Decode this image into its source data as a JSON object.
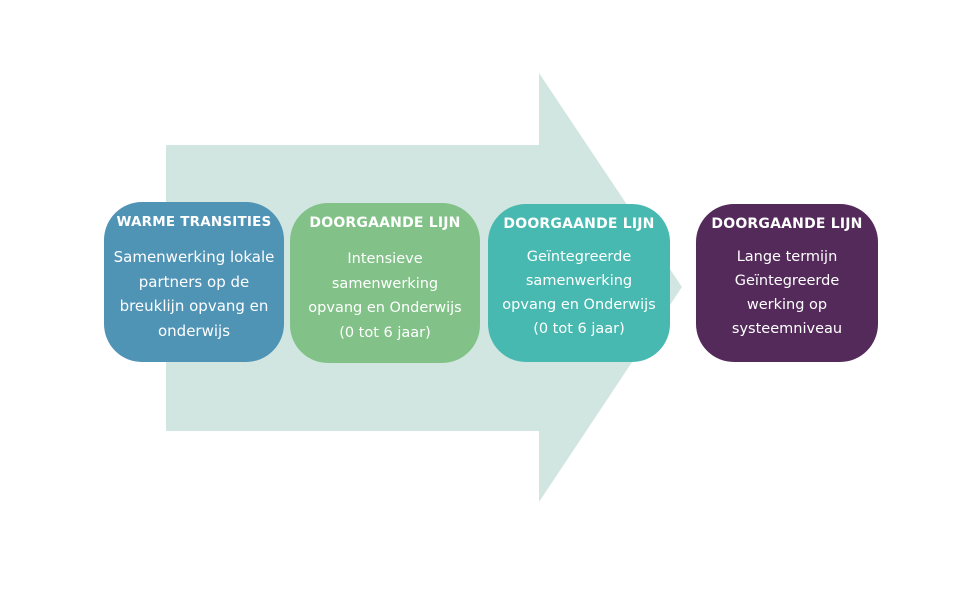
{
  "colors": {
    "arrow": "#d2e6e1",
    "box1": "#4f93b5",
    "box2": "#82c288",
    "box3": "#48b9b0",
    "box4": "#542a5a"
  },
  "steps": [
    {
      "title": "WARME TRANSITIES",
      "lines": [
        "Samenwerking lokale",
        "partners op de",
        "breuklijn opvang en",
        "onderwijs"
      ]
    },
    {
      "title": "DOORGAANDE LIJN",
      "lines": [
        "Intensieve",
        "samenwerking",
        "opvang en Onderwijs",
        "(0 tot 6 jaar)"
      ]
    },
    {
      "title": "DOORGAANDE LIJN",
      "lines": [
        "Geïntegreerde",
        "samenwerking",
        "opvang en Onderwijs",
        "(0 tot 6 jaar)"
      ]
    },
    {
      "title": "DOORGAANDE LIJN",
      "lines": [
        "Lange termijn",
        "Geïntegreerde",
        "werking op",
        "systeemniveau"
      ]
    }
  ]
}
